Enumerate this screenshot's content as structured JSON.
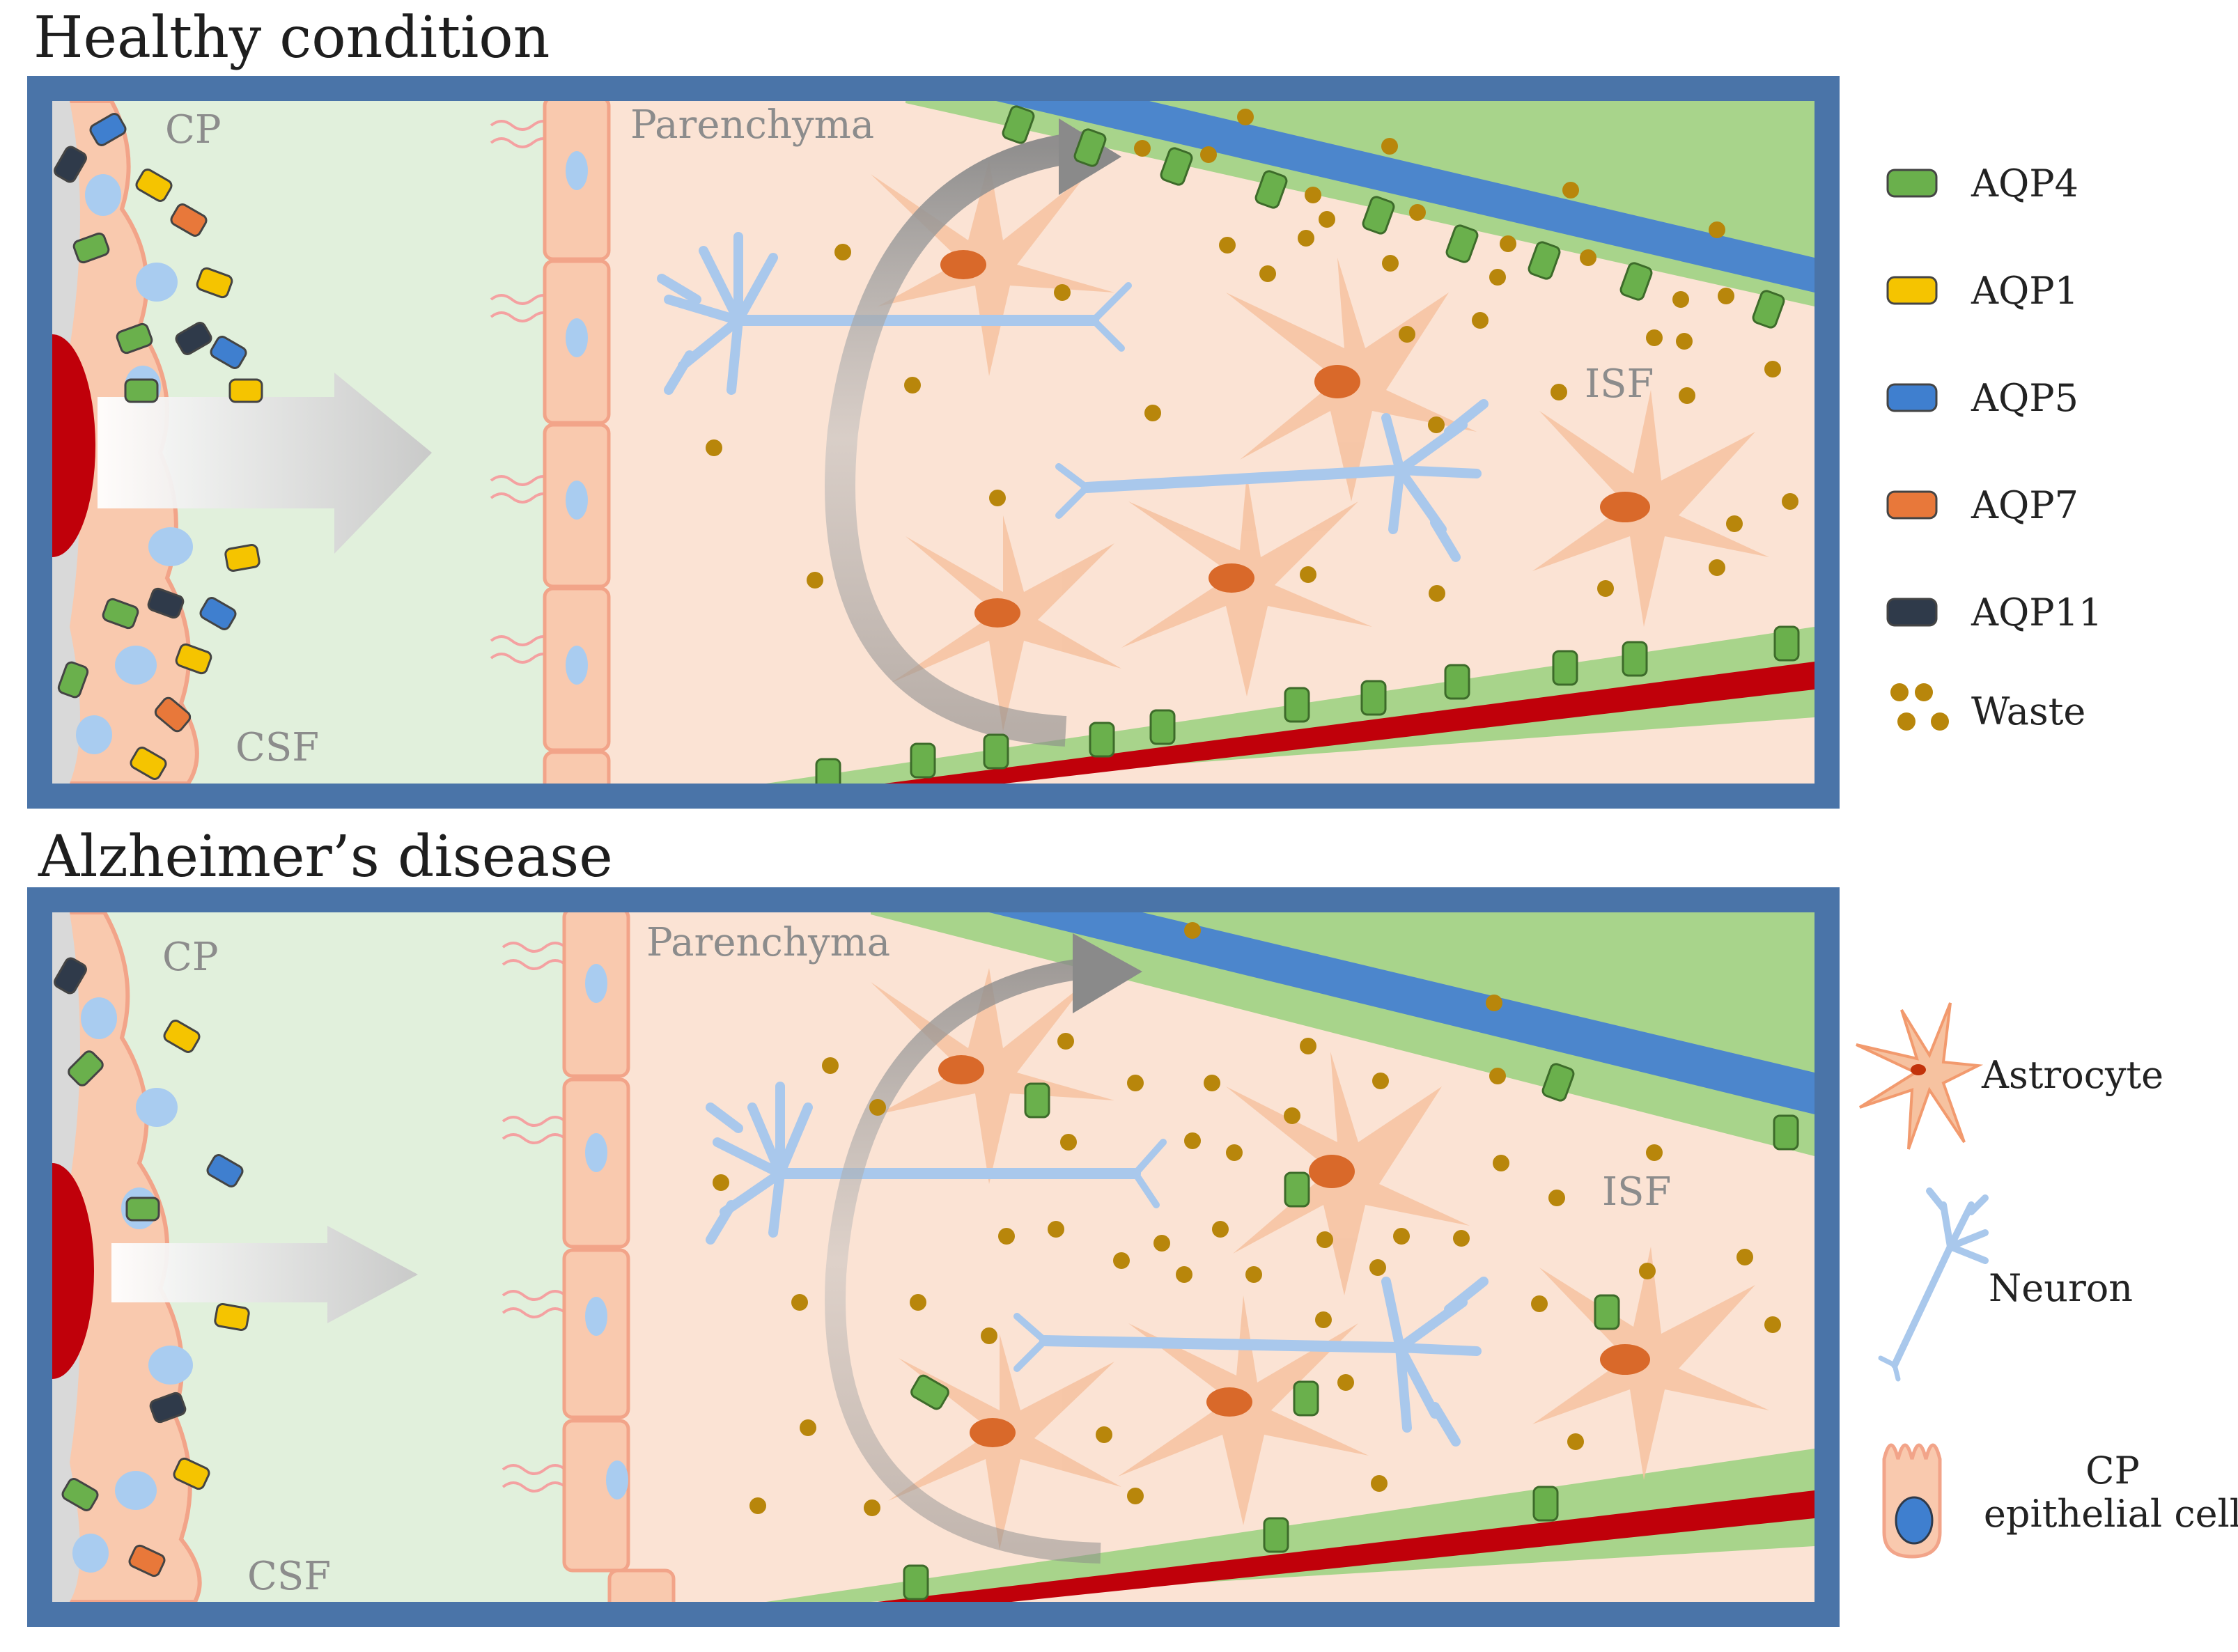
{
  "panels": [
    {
      "id": "healthy",
      "heading": "Healthy condition",
      "labels": {
        "cp": "CP",
        "csf": "CSF",
        "parenchyma": "Parenchyma",
        "isf": "ISF"
      },
      "density": "high-aquaporin-low-waste"
    },
    {
      "id": "alzheimers",
      "heading": "Alzheimer’s disease",
      "labels": {
        "cp": "CP",
        "csf": "CSF",
        "parenchyma": "Parenchyma",
        "isf": "ISF"
      },
      "density": "low-aquaporin-high-waste"
    }
  ],
  "legend_channels": [
    {
      "label": "AQP4",
      "color": "#6ab04c"
    },
    {
      "label": "AQP1",
      "color": "#f5c400"
    },
    {
      "label": "AQP5",
      "color": "#3f7fcf"
    },
    {
      "label": "AQP7",
      "color": "#e8783a"
    },
    {
      "label": "AQP11",
      "color": "#2f3a4a"
    }
  ],
  "legend_waste": {
    "label": "Waste",
    "color": "#b8860b"
  },
  "legend_cells": [
    {
      "label": "Astrocyte",
      "icon": "astrocyte-icon"
    },
    {
      "label": "Neuron",
      "icon": "neuron-icon"
    },
    {
      "label_line1": "CP",
      "label_line2": "epithelial cell",
      "icon": "cp-epithelial-cell-icon"
    }
  ],
  "colors": {
    "frame": "#4a74a8",
    "csf_bg": "#e1f0dc",
    "parenchyma_bg": "#fbe3d4",
    "cp_tissue": "#f9c9ae",
    "cell_outline": "#f2a489",
    "nucleus": "#a9ccf0",
    "astrocyte": "#f6c2a0",
    "astrocyte_nucleus": "#d9692a",
    "neuron": "#a9c8ec",
    "vessel_green": "#a8d48b",
    "vessel_blue": "#4c86cc",
    "vessel_red": "#c0000a",
    "blood": "#c0000a",
    "waste": "#b8860b",
    "aqp4": "#6ab04c"
  }
}
